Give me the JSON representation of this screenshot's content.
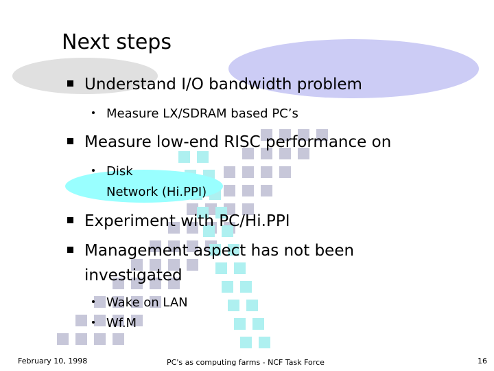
{
  "slide": {
    "title": "Next steps",
    "bullets": [
      {
        "level": 1,
        "text": "Understand I/O bandwidth problem"
      },
      {
        "level": 2,
        "text": "Measure LX/SDRAM based PC’s"
      },
      {
        "level": 1,
        "text": "Measure low-end RISC performance on"
      },
      {
        "level": 2,
        "text": "Disk"
      },
      {
        "level": 2,
        "text": "Network (Hi.PPI)",
        "continuation": true
      },
      {
        "level": 1,
        "text": "Experiment with PC/Hi.PPI"
      },
      {
        "level": 1,
        "text": "Management aspect has not been"
      },
      {
        "level": 1,
        "text": "investigated",
        "continuation": true
      },
      {
        "level": 2,
        "text": "Wake on LAN"
      },
      {
        "level": 2,
        "text": "Wf.M"
      }
    ],
    "footer": {
      "date": "February 10, 1998",
      "center": "PC's as computing farms - NCF Task Force",
      "page": "16"
    },
    "colors": {
      "ellipse_lavender": "#ccccf5",
      "ellipse_gray": "#e0e0e0",
      "ellipse_cyan": "#99ffff",
      "dash_gray": "#c7c7d9",
      "dash_cyan": "#aef0f0",
      "text": "#000000",
      "background": "#ffffff"
    }
  }
}
